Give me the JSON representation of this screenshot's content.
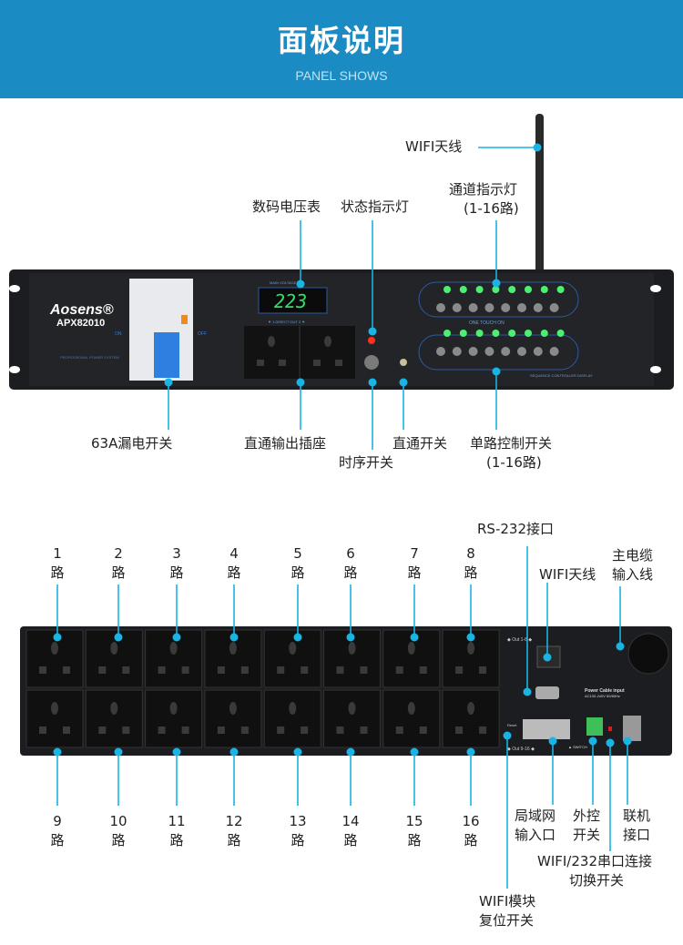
{
  "header": {
    "title": "面板说明",
    "subtitle": "PANEL SHOWS",
    "color": "#1b8cc3"
  },
  "accent": "#19b4e4",
  "front": {
    "brand": "Aosens®",
    "model": "APX82010",
    "voltage": "223",
    "voltage_label": "MAIN VOLTAGE",
    "direct_out": "▼ 1 DIRECT OUT 2 ▼",
    "one_touch": "ONE TOUCH ON",
    "seq_display": "SEQUENCE CONTROLLER DISPLAY",
    "brand_sub": "PROFESSIONAL POWER SYSTEM",
    "on": "ON",
    "off": "OFF",
    "labels": {
      "wifi": "WIFI天线",
      "voltmeter": "数码电压表",
      "status": "状态指示灯",
      "channel_ind_1": "通道指示灯",
      "channel_ind_2": "(1-16路)",
      "leakage": "63A漏电开关",
      "direct_socket": "直通输出插座",
      "sequence": "时序开关",
      "direct_switch": "直通开关",
      "single_1": "单路控制开关",
      "single_2": "(1-16路)"
    }
  },
  "back": {
    "top_channels": [
      {
        "n": "1",
        "u": "路"
      },
      {
        "n": "2",
        "u": "路"
      },
      {
        "n": "3",
        "u": "路"
      },
      {
        "n": "4",
        "u": "路"
      },
      {
        "n": "5",
        "u": "路"
      },
      {
        "n": "6",
        "u": "路"
      },
      {
        "n": "7",
        "u": "路"
      },
      {
        "n": "8",
        "u": "路"
      }
    ],
    "bottom_channels": [
      {
        "n": "9",
        "u": "路"
      },
      {
        "n": "10",
        "u": "路"
      },
      {
        "n": "11",
        "u": "路"
      },
      {
        "n": "12",
        "u": "路"
      },
      {
        "n": "13",
        "u": "路"
      },
      {
        "n": "14",
        "u": "路"
      },
      {
        "n": "15",
        "u": "路"
      },
      {
        "n": "16",
        "u": "路"
      }
    ],
    "panel_text": {
      "out18": "◆ Out 1-8 ◆",
      "out916": "◆ Out 9-16 ◆",
      "power": "Power Cable input",
      "power_spec": "AC100-240V 50/60Hz",
      "switch": "▲ SWITCH",
      "reset": "Reset"
    },
    "labels": {
      "rs232": "RS-232接口",
      "wifi": "WIFI天线",
      "main_cable_1": "主电缆",
      "main_cable_2": "输入线",
      "lan_1": "局域网",
      "lan_2": "输入口",
      "ext_1": "外控",
      "ext_2": "开关",
      "link_1": "联机",
      "link_2": "接口",
      "toggle_1": "WIFI/232串口连接",
      "toggle_2": "切换开关",
      "reset_1": "WIFI模块",
      "reset_2": "复位开关"
    }
  }
}
